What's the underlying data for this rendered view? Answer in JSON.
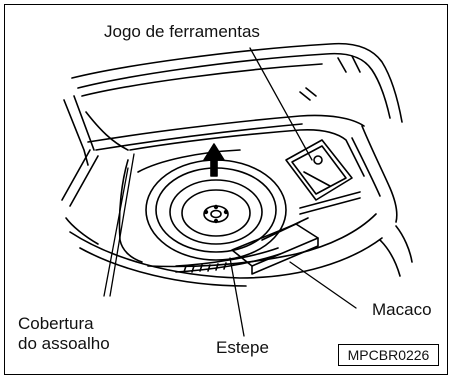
{
  "labels": {
    "tools": "Jogo de ferramentas",
    "cover_line1": "Cobertura",
    "cover_line2": "do assoalho",
    "spare": "Estepe",
    "jack": "Macaco"
  },
  "figure_code": "MPCBR0226",
  "colors": {
    "ink": "#000000",
    "background": "#ffffff"
  }
}
